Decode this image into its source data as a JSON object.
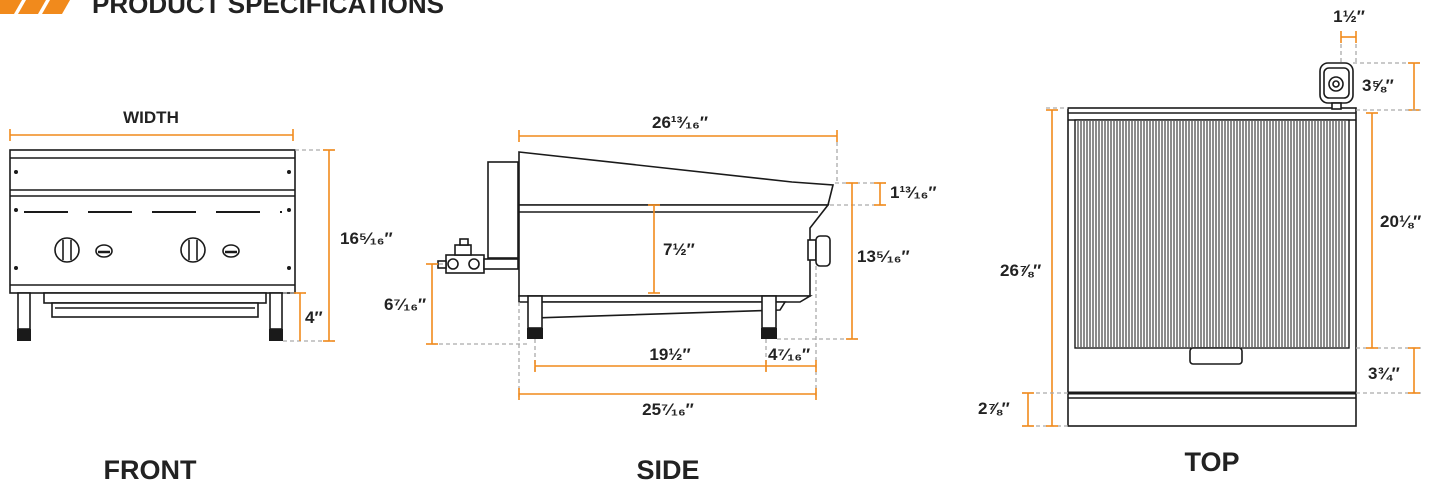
{
  "header": {
    "title": "PRODUCT SPECIFICATIONS",
    "accent_color": "#f18a1c"
  },
  "views": {
    "front": {
      "label": "FRONT",
      "dims": {
        "width": "WIDTH",
        "height": "16⁵⁄₁₆″",
        "leg": "4″"
      }
    },
    "side": {
      "label": "SIDE",
      "dims": {
        "depth": "26¹³⁄₁₆″",
        "top_lip": "1¹³⁄₁₆″",
        "body": "7½″",
        "height": "13⁵⁄₁₆″",
        "gas_inlet": "6⁷⁄₁₆″",
        "leg_span": "19½″",
        "leg_offset": "4⁷⁄₁₆″",
        "base_depth": "25⁷⁄₁₆″"
      }
    },
    "top": {
      "label": "TOP",
      "dims": {
        "valve_width": "1½″",
        "valve_depth": "3⅝″",
        "total_depth": "26⅞″",
        "grate_depth": "20⅛″",
        "front_panel": "3¾″",
        "front_edge": "2⅞″"
      }
    }
  },
  "dimension_color": "#f18a1c",
  "guide_color": "#aaaaaa"
}
